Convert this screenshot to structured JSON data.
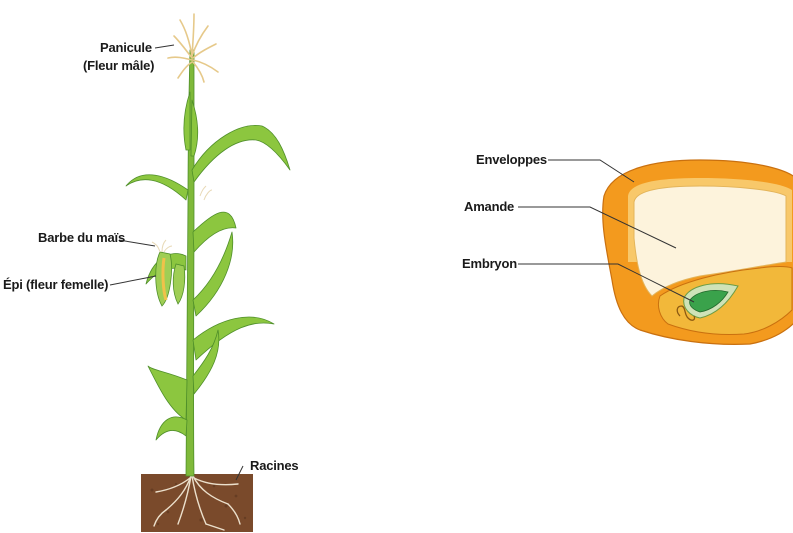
{
  "plant": {
    "labels": {
      "panicle_line1": "Panicule",
      "panicle_line2": "(Fleur mâle)",
      "silk": "Barbe du maïs",
      "ear": "Épi (fleur femelle)",
      "roots": "Racines"
    }
  },
  "kernel": {
    "labels": {
      "envelopes": "Enveloppes",
      "endosperm": "Amande",
      "embryo": "Embryon"
    }
  },
  "colors": {
    "envelope": "#f39a1e",
    "envelope_edge": "#e07f12",
    "endosperm_inner": "#fdf3dc",
    "germ": "#f2b83a",
    "embryo": "#3aa24b",
    "embryo_light": "#b7d7a8",
    "leaf": "#8cc63f",
    "leaf_dark": "#4f8f2a",
    "soil": "#7a4a2b",
    "tassel": "#f0d9a0",
    "root": "#e9d8bf"
  }
}
